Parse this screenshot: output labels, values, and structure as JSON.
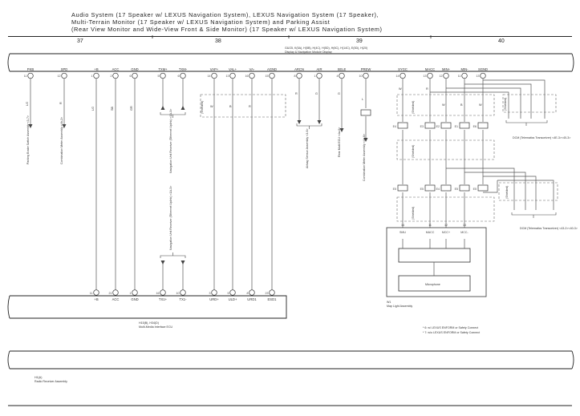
{
  "title": {
    "line1": "Audio System (17 Speaker w/ LEXUS Navigation System),  LEXUS Navigation System (17 Speaker),",
    "line2": "Multi-Terrain Monitor (17 Speaker w/ LEXUS Navigation System) and Parking Assist",
    "line3": "(Rear View Monitor and Wide-View Front & Side Monitor) (17 Speaker w/ LEXUS Navigation System)"
  },
  "sections": [
    "37",
    "38",
    "39",
    "40"
  ],
  "display": {
    "connector_id": "G&G5, K(5A), H(5B), H(4C), H(5D), H(6C), H(14C), E(5D), H(20)",
    "name": "Display & Navigation Module Display"
  },
  "top_pins": [
    {
      "name": "PKB",
      "num": "11"
    },
    {
      "name": "SPD",
      "num": "12"
    },
    {
      "name": "+B",
      "num": "1"
    },
    {
      "name": "ACC",
      "num": "2"
    },
    {
      "name": "GND",
      "num": "6"
    },
    {
      "name": "TXM+",
      "num": "5"
    },
    {
      "name": "TXM-",
      "num": "6"
    },
    {
      "name": "VAP+",
      "num": "14"
    },
    {
      "name": "VAL+",
      "num": "13"
    },
    {
      "name": "VA-",
      "num": "16"
    },
    {
      "name": "AGND",
      "num": "15"
    },
    {
      "name": "ARCN",
      "num": "8"
    },
    {
      "name": "AIR",
      "num": "1"
    },
    {
      "name": "SELE",
      "num": "4"
    },
    {
      "name": "PREW",
      "num": "10"
    },
    {
      "name": "SYGC",
      "num": "14"
    },
    {
      "name": "MACC",
      "num": "13"
    },
    {
      "name": "MIN+",
      "num": "12"
    },
    {
      "name": "MIN-",
      "num": "11"
    },
    {
      "name": "SGND",
      "num": "13"
    }
  ],
  "wire_colors": {
    "pkb": "LG",
    "spd": "R",
    "b": "LG",
    "acc": "SB",
    "gnd": "GR",
    "vap": "W",
    "val": "B",
    "va": "R",
    "air": "G",
    "arcn": "R",
    "sele": "G",
    "prew": "L",
    "sygc": "W",
    "macc": "R",
    "minp": "W",
    "minn": "B",
    "sgnd": "W"
  },
  "shielded": "(Shielded)",
  "bottom_pins": [
    {
      "name": "+B",
      "num": "11"
    },
    {
      "name": "ACC",
      "num": "21"
    },
    {
      "name": "GND",
      "num": "1"
    },
    {
      "name": "TX1+",
      "num": "16"
    },
    {
      "name": "TX1-",
      "num": "10"
    },
    {
      "name": "URD+",
      "num": "3"
    },
    {
      "name": "ULD+",
      "num": "5"
    },
    {
      "name": "URD1",
      "num": "8"
    },
    {
      "name": "ESD1",
      "num": "23"
    }
  ],
  "side_labels": {
    "pkb": "Parking Brake Switch Assembly <3-7>",
    "spd": "Combination Meter Assembly <4b-2>",
    "txm": "Navigation Unit Receiver (Ethernet Uplink) <1A-3>",
    "tx1": "Navigation Unit Receiver (Ethernet Uplink) <1A-3>",
    "air": "Airbag Sensor Assembly <3-6>",
    "sele": "Rear Multi ECU <4a-6>",
    "prew": "Combination Meter Assembly <4a-6>",
    "dcm1": "DCM (Telematics Transceiver) <4E-3><40-3>",
    "dcm2": "DCM (Telematics Transceiver) <43-2><40-3>"
  },
  "junctions_top": [
    "E4",
    "E3",
    "E2",
    "E1",
    "E6"
  ],
  "junctions_bottom": [
    "E5",
    "E5",
    "E4",
    "E5",
    "E5",
    "E6"
  ],
  "maplight": {
    "pins": [
      "SMU",
      "MACC",
      "MCC+",
      "MCC-"
    ],
    "pin_nums": [
      "14",
      "11",
      "12",
      "13"
    ],
    "microphone": "Microphone",
    "id": "W1",
    "name": "Map Light Assembly"
  },
  "multimedia": {
    "connector_id": "H15(B), H34(D)",
    "name": "Multi-Media Interface ECU"
  },
  "notes": [
    "*  6:   w/ LEXUS ENFORM or Safety Connect",
    "*  7:   w/o LEXUS ENFORM or Safety Connect"
  ],
  "receiver": {
    "connector_id": "H1(A)",
    "name": "Radio Receiver Assembly"
  }
}
